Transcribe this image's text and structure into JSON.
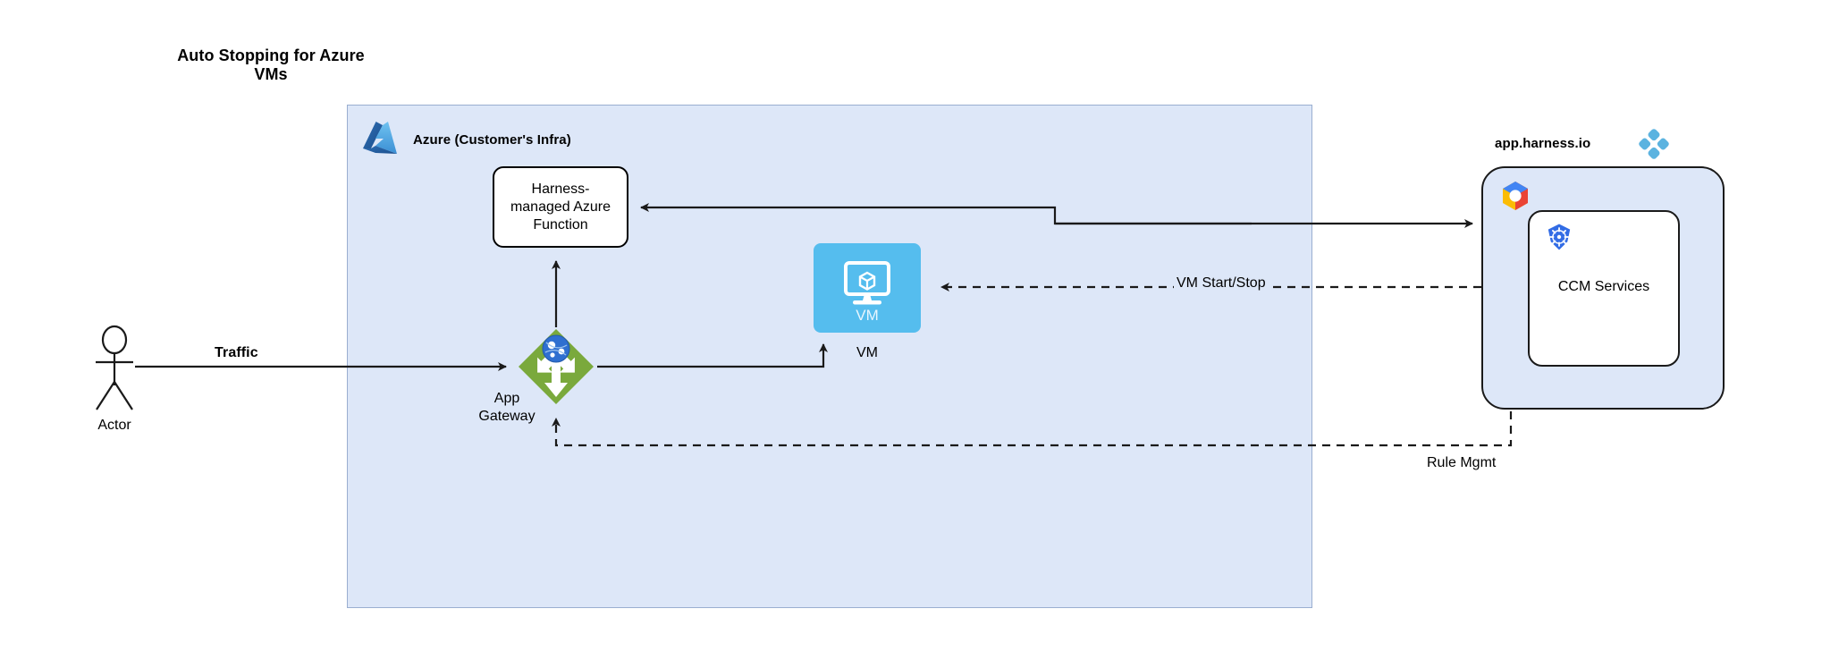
{
  "title": {
    "line1": "Auto Stopping for Azure",
    "line2": "VMs",
    "full": "Auto Stopping for Azure VMs"
  },
  "azure": {
    "label": "Azure (Customer's Infra)",
    "icon": "azure-logo",
    "fill": "#dde7f8",
    "border": "#9aaed0"
  },
  "nodes": {
    "azure_function": {
      "label": "Harness-managed Azure Function",
      "line1": "Harness-",
      "line2": "managed Azure",
      "line3": "Function",
      "fill": "#ffffff",
      "border": "#000000"
    },
    "app_gateway": {
      "label": "App Gateway",
      "line1": "App",
      "line2": "Gateway",
      "icon": "app-gateway-icon",
      "fill": "#7aa93c"
    },
    "vm": {
      "label": "VM",
      "inner_label": "VM",
      "icon": "vm-icon",
      "fill": "#55bdee"
    },
    "actor": {
      "label": "Actor",
      "icon": "actor-stick-figure"
    },
    "harness": {
      "label": "app.harness.io",
      "icon": "harness-logo",
      "fill": "#dde7f8",
      "border": "#1a1a1a",
      "cloud_icon": "gcp-hexagon-icon"
    },
    "ccm": {
      "label": "CCM Services",
      "icon": "kubernetes-icon",
      "fill": "#ffffff",
      "border": "#1a1a1a"
    }
  },
  "edges": {
    "traffic": {
      "label": "Traffic",
      "style": "solid",
      "from": "actor",
      "to": "app_gateway"
    },
    "gateway_to_vm": {
      "label": "",
      "style": "solid",
      "from": "app_gateway",
      "to": "vm"
    },
    "gateway_to_function": {
      "label": "",
      "style": "solid",
      "from": "app_gateway",
      "to": "azure_function"
    },
    "harness_to_function": {
      "label": "",
      "style": "solid",
      "from": "harness",
      "to": "azure_function"
    },
    "function_to_harness": {
      "label": "",
      "style": "solid",
      "from": "azure_function",
      "to": "harness"
    },
    "vm_start_stop": {
      "label": "VM Start/Stop",
      "style": "dashed",
      "from": "ccm",
      "to": "vm"
    },
    "rule_mgmt": {
      "label": "Rule Mgmt",
      "style": "dashed",
      "from": "harness",
      "to": "app_gateway"
    }
  },
  "colors": {
    "container_fill": "#dde7f8",
    "container_border": "#9aaed0",
    "line": "#1a1a1a",
    "azure_blue": "#0078d4",
    "gateway_green": "#7aa93c",
    "vm_blue": "#55bdee",
    "harness_blue": "#5bb3e0",
    "k8s_blue": "#326ce5"
  }
}
